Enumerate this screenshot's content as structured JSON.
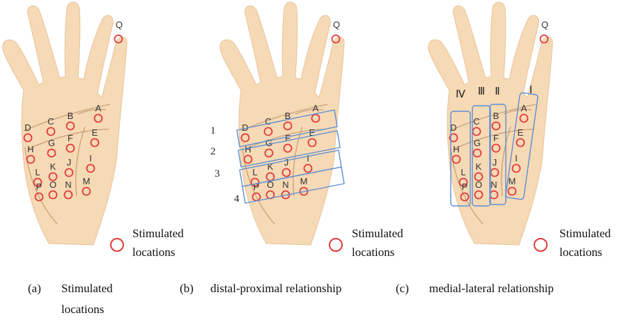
{
  "colors": {
    "skin": "#f6d9b5",
    "crease": "#c9a27a",
    "marker": "#e23a3a",
    "group_box": "#5b8fd6"
  },
  "points": [
    "A",
    "B",
    "C",
    "D",
    "E",
    "F",
    "G",
    "H",
    "I",
    "J",
    "K",
    "L",
    "M",
    "N",
    "O",
    "P",
    "Q"
  ],
  "panels": [
    {
      "id": "a",
      "legend_line1": "Stimulated",
      "legend_line2": "locations",
      "caption_letter": "(a)",
      "caption_line1": "Stimulated",
      "caption_line2": "locations"
    },
    {
      "id": "b",
      "legend_line1": "Stimulated",
      "legend_line2": "locations",
      "caption_letter": "(b)",
      "caption_line1": "distal-proximal relationship",
      "caption_line2": "",
      "row_labels": [
        "1",
        "2",
        "3",
        "4"
      ]
    },
    {
      "id": "c",
      "legend_line1": "Stimulated",
      "legend_line2": "locations",
      "caption_letter": "(c)",
      "caption_line1": "medial-lateral relationship",
      "caption_line2": "",
      "column_labels": [
        "Ⅳ",
        "Ⅲ",
        "Ⅱ",
        "Ⅰ"
      ]
    }
  ]
}
